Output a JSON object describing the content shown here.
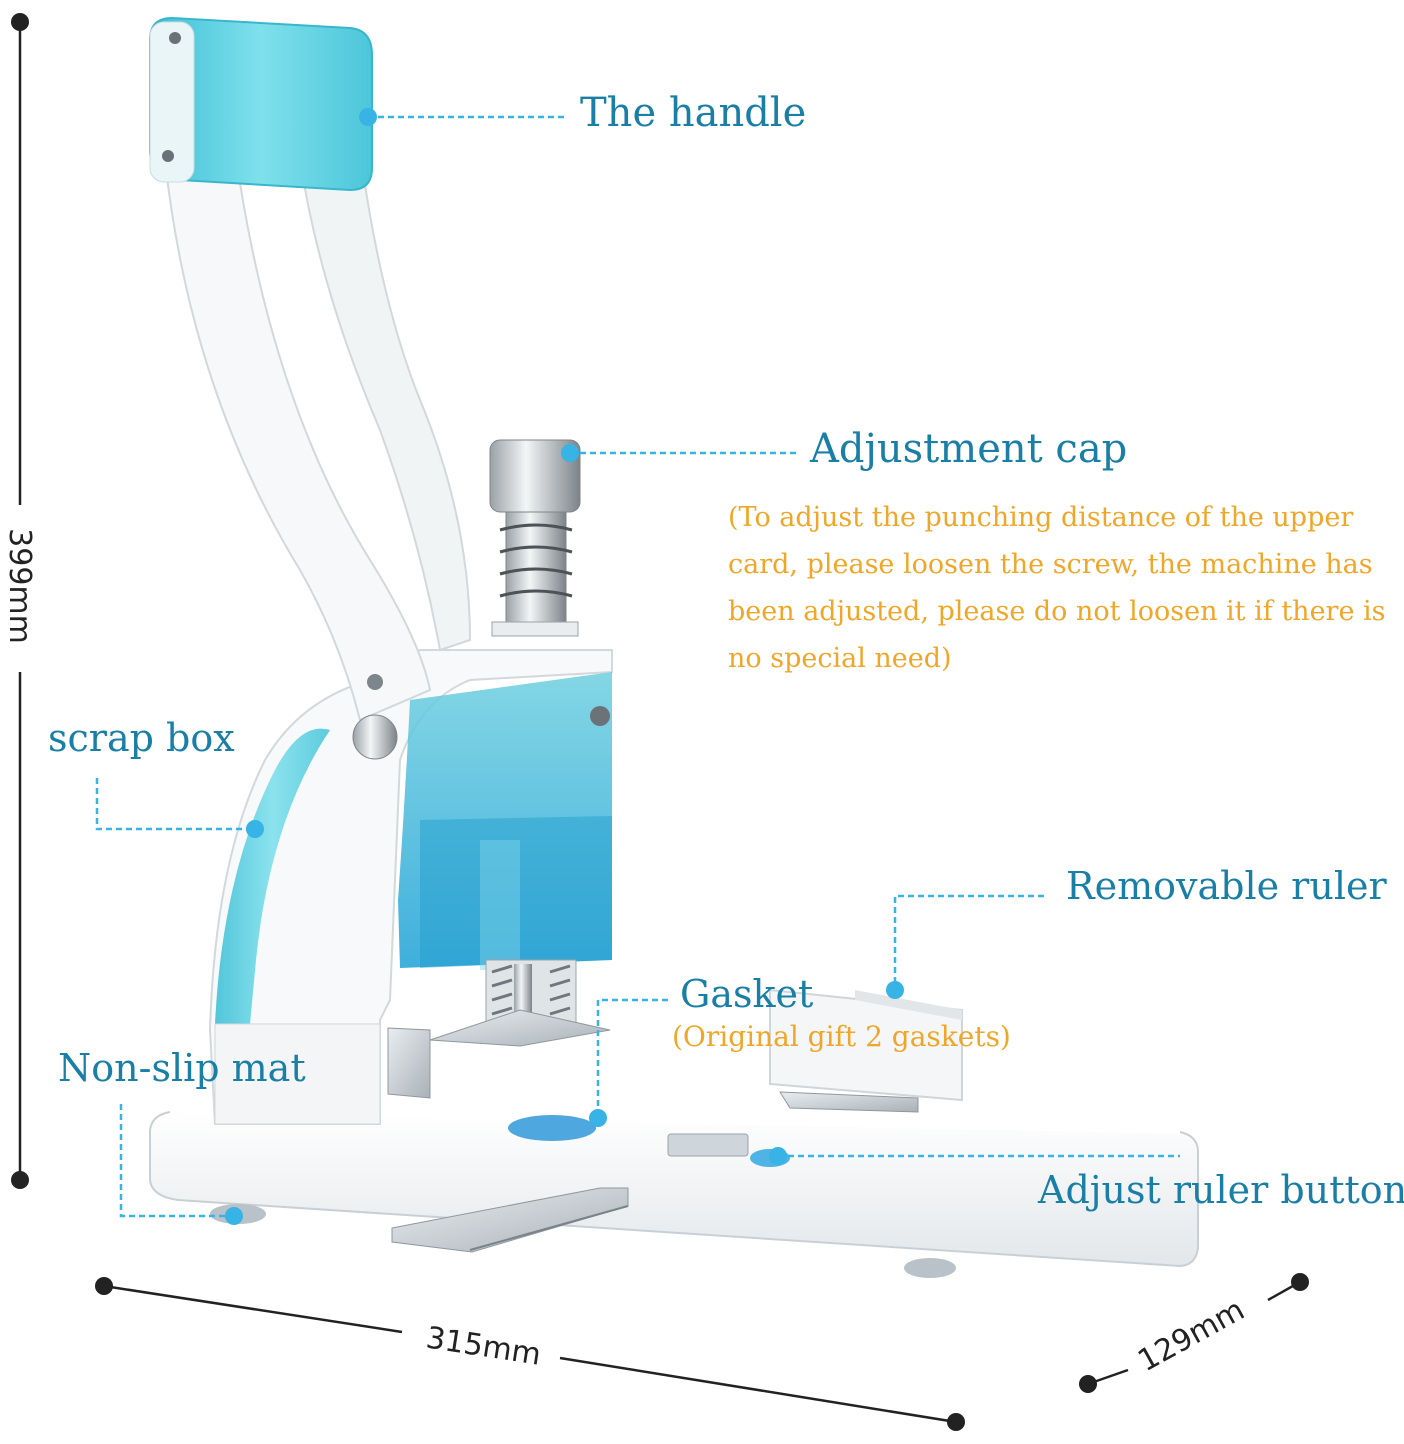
{
  "colors": {
    "callout_text": "#1a7fa6",
    "note_text": "#f0a628",
    "accent_teal": "#5ccfe0",
    "leader_dots": "#37b3e6",
    "dimension_line": "#222222",
    "body_white": "#f6f8f9"
  },
  "labels": {
    "handle": "The handle",
    "adjustment_cap": "Adjustment cap",
    "adjustment_note": "(To adjust the punching distance of the upper card, please loosen the screw, the machine has been adjusted, please do not loosen it if there is no special need)",
    "scrap_box": "scrap box",
    "removable_ruler": "Removable ruler",
    "gasket": "Gasket",
    "gasket_note": "(Original gift 2 gaskets)",
    "non_slip_mat": "Non-slip mat",
    "adjust_ruler_button": "Adjust ruler button"
  },
  "dimensions": {
    "height": "399mm",
    "length": "315mm",
    "width": "129mm"
  }
}
